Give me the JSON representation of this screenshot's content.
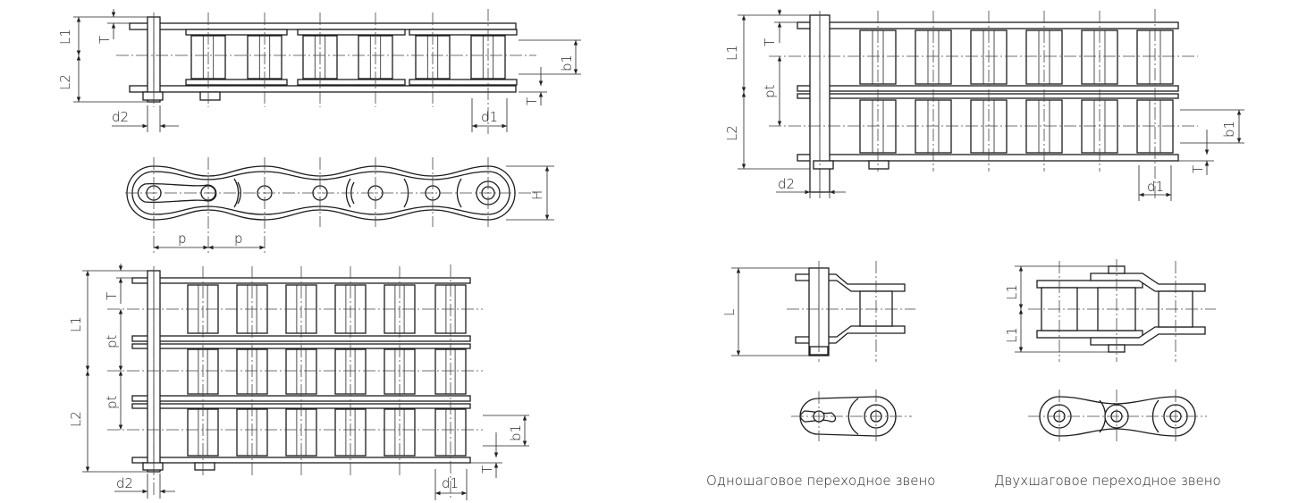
{
  "labels": {
    "L1": "L1",
    "L2": "L2",
    "L": "L",
    "T": "T",
    "b1": "b1",
    "d1": "d1",
    "d2": "d2",
    "p": "p",
    "H": "H",
    "pt": "pt"
  },
  "captions": {
    "single": "Одношаговое переходное звено",
    "double": "Двухшаговое переходное звено"
  }
}
